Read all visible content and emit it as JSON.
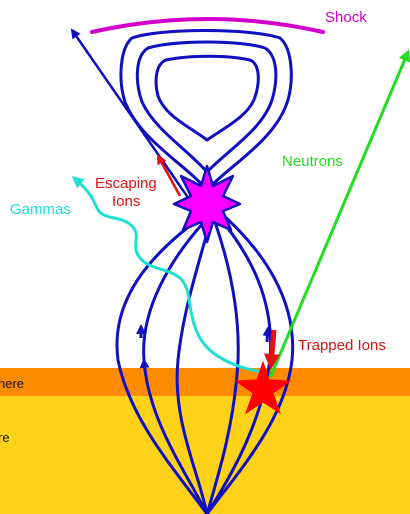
{
  "labels": {
    "shock": "Shock",
    "neutrons": "Neutrons",
    "escaping_line1": "Escaping",
    "escaping_line2": "Ions",
    "gammas": "Gammas",
    "trapped_ions": "Trapped Ions",
    "layer_upper_partial": "here",
    "layer_lower_partial": "re"
  },
  "colors": {
    "shock": "#d100cc",
    "field_lines": "#1010c0",
    "neutrons": "#22dd22",
    "escaping_ions": "#e81010",
    "gammas": "#1fe0d0",
    "trapped_ions": "#e81010",
    "star_magenta": "#ff00ff",
    "star_red": "#ff0000",
    "chromosphere_band": "#ff8c00",
    "photosphere_band": "#ffd21a"
  },
  "icons": {
    "flare_star": "magenta-8-point-star",
    "impact_star": "red-5-point-star"
  }
}
